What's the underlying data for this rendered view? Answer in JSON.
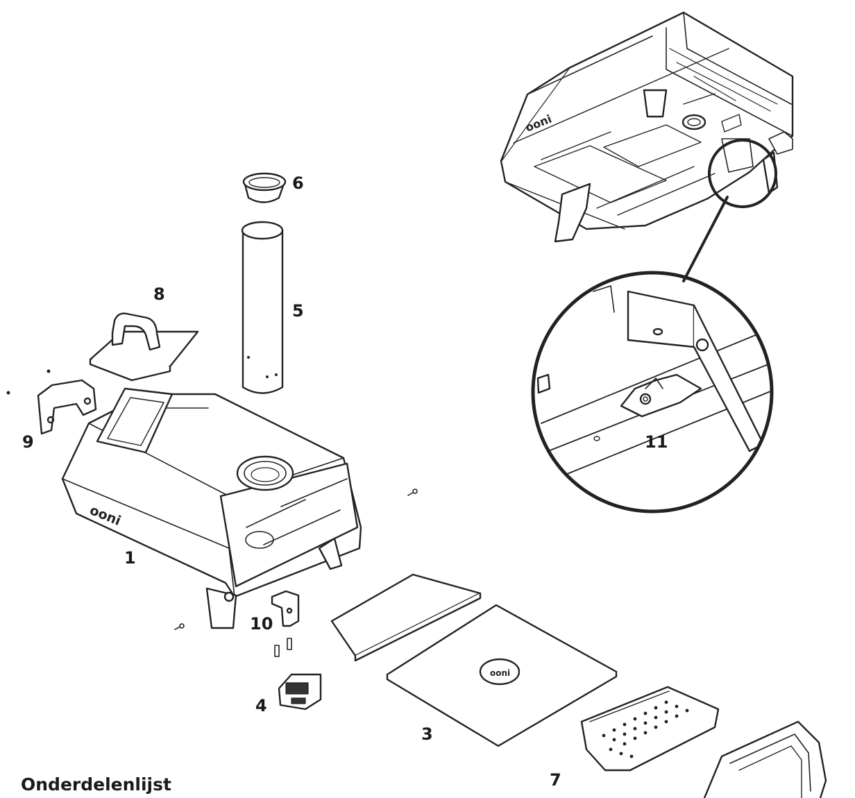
{
  "heading": "Onderdelenlijst",
  "brand": "ooni",
  "parts": [
    {
      "id": "part-1",
      "label": "1"
    },
    {
      "id": "part-3",
      "label": "3"
    },
    {
      "id": "part-4",
      "label": "4"
    },
    {
      "id": "part-5",
      "label": "5"
    },
    {
      "id": "part-6",
      "label": "6"
    },
    {
      "id": "part-7",
      "label": "7"
    },
    {
      "id": "part-8",
      "label": "8"
    },
    {
      "id": "part-9",
      "label": "9"
    },
    {
      "id": "part-10",
      "label": "10"
    },
    {
      "id": "part-11",
      "label": "11"
    }
  ],
  "colors": {
    "line": "#222222",
    "fill": "#ffffff",
    "shade": "#e6e6e6"
  }
}
